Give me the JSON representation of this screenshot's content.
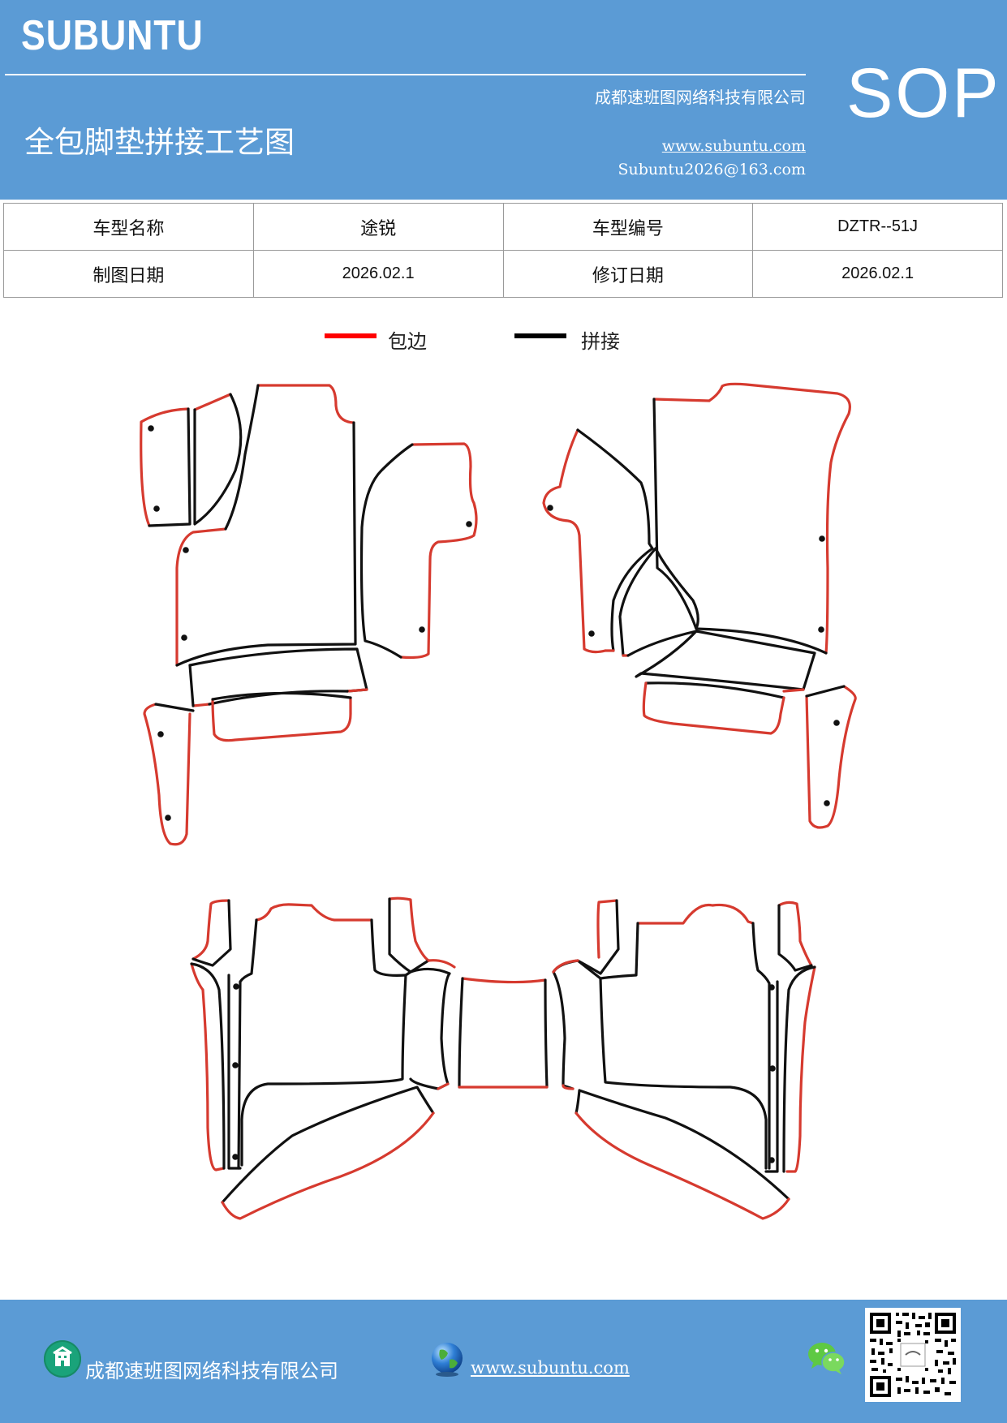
{
  "header": {
    "brand": "SUBUNTU",
    "company": "成都速班图网络科技有限公司",
    "title": "全包脚垫拼接工艺图",
    "website": "www.subuntu.com",
    "email": "Subuntu2026@163.com",
    "badge": "SOP"
  },
  "info": {
    "model_name_label": "车型名称",
    "model_name_value": "途锐",
    "model_code_label": "车型编号",
    "model_code_value": "DZTR--51J",
    "draw_date_label": "制图日期",
    "draw_date_value": "2026.02.1",
    "revise_date_label": "修订日期",
    "revise_date_value": "2026.02.1"
  },
  "legend": {
    "items": [
      {
        "label": "包边",
        "color": "#ff0000"
      },
      {
        "label": "拼接",
        "color": "#000000"
      }
    ]
  },
  "colors": {
    "header_bg": "#5b9bd5",
    "edge_red": "#d63a2f",
    "seam_black": "#111111"
  },
  "footer": {
    "company": "成都速班图网络科技有限公司",
    "website": "www.subuntu.com",
    "icons": [
      "building-icon",
      "globe-icon",
      "wechat-icon",
      "qr-code"
    ]
  }
}
